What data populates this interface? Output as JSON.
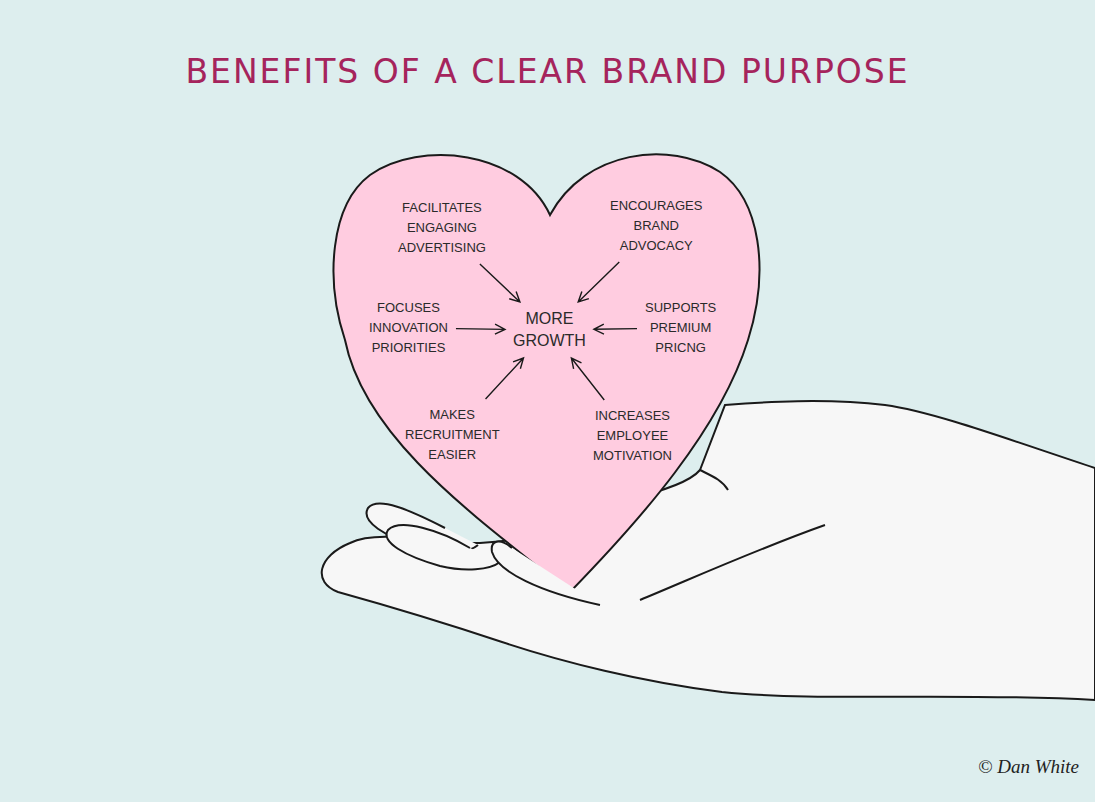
{
  "diagram": {
    "title": "BENEFITS OF A CLEAR BRAND PURPOSE",
    "nodes": [
      {
        "text": [
          "FACILITATES ENGAGING ADVERTISING"
        ]
      },
      {
        "text": [
          "ENCOURAGES BRAND ADVOCACY"
        ]
      },
      {
        "text": [
          "FOCUSES INNOVATION PRIORITIES"
        ]
      },
      {
        "text": [
          "MORE GROWTH"
        ]
      },
      {
        "text": [
          "SUPPORTS PREMIUM PRICNG"
        ]
      },
      {
        "text": [
          "MAKES RECRUITMENT EASIER"
        ]
      },
      {
        "text": [
          "INCREASES EMPLOYEE MOTIVATION"
        ]
      }
    ],
    "edges": [
      {
        "from": 0,
        "to": 3,
        "arrow": "to"
      },
      {
        "from": 1,
        "to": 3,
        "arrow": "to"
      },
      {
        "from": 2,
        "to": 3,
        "arrow": "to"
      },
      {
        "from": 4,
        "to": 3,
        "arrow": "to"
      },
      {
        "from": 5,
        "to": 3,
        "arrow": "to"
      },
      {
        "from": 6,
        "to": 3,
        "arrow": "to"
      }
    ],
    "labels": [
      "© Dan White"
    ]
  }
}
